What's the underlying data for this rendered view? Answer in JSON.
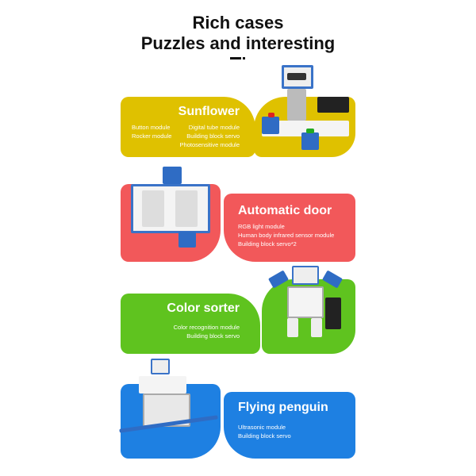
{
  "header": {
    "line1": "Rich cases",
    "line2": "Puzzles and interesting"
  },
  "colors": {
    "yellow": "#dfc100",
    "red": "#f2585a",
    "green": "#5fc31f",
    "blue": "#1e80e2"
  },
  "cases": [
    {
      "title": "Sunflower",
      "modules": [
        "Button module",
        "Digital tube module",
        "Rocker module",
        "Building block servo",
        "Photosensitive module"
      ]
    },
    {
      "title": "Automatic door",
      "modules": [
        "RGB light module",
        "Human body infrared sensor module",
        "Building block servo*2"
      ]
    },
    {
      "title": "Color sorter",
      "modules": [
        "Color recognition module",
        "Building block servo"
      ]
    },
    {
      "title": "Flying penguin",
      "modules": [
        "Ultrasonic module",
        "Building block servo"
      ]
    }
  ]
}
